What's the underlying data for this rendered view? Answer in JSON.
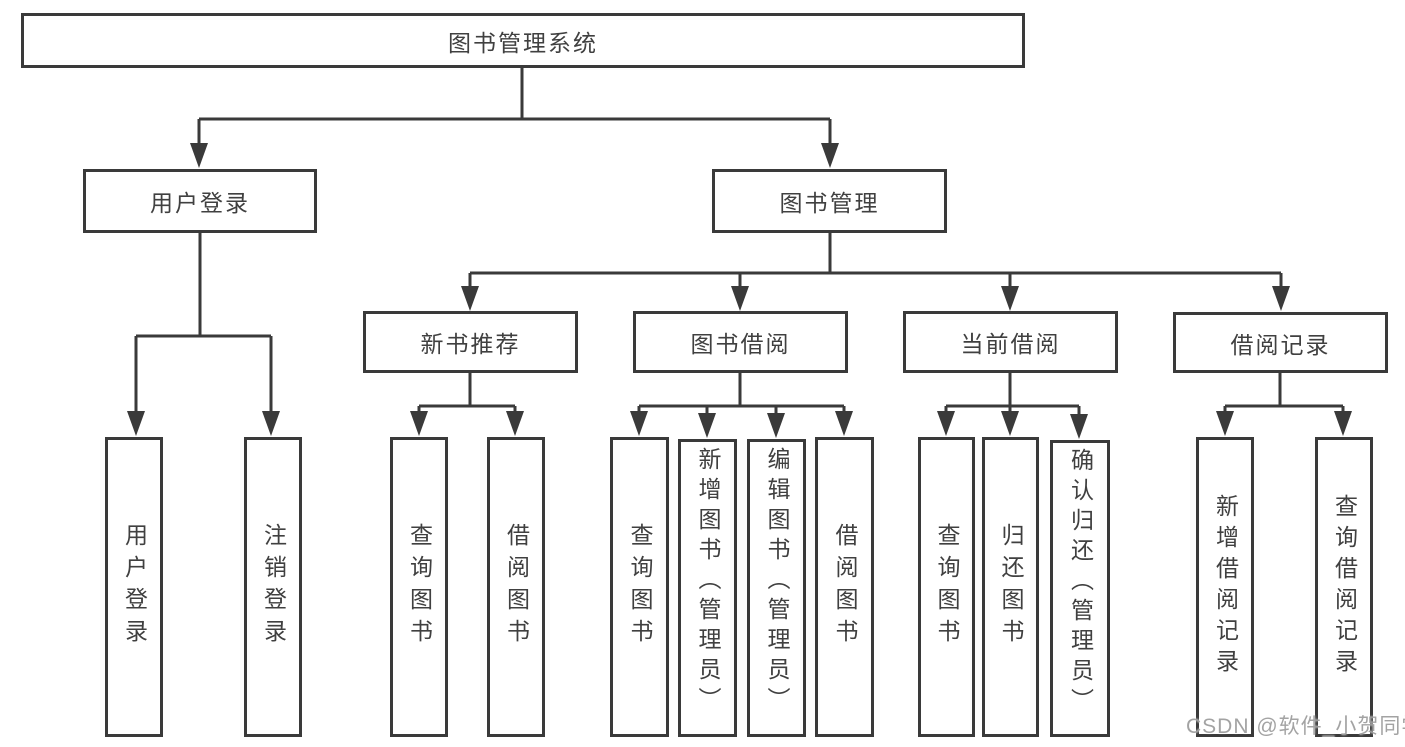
{
  "tree": {
    "root": {
      "label": "图书管理系统"
    },
    "branches": [
      {
        "label": "用户登录",
        "children": [
          {
            "label": "用户登录"
          },
          {
            "label": "注销登录"
          }
        ]
      },
      {
        "label": "图书管理",
        "children": [
          {
            "label": "新书推荐",
            "children": [
              {
                "label": "查询图书"
              },
              {
                "label": "借阅图书"
              }
            ]
          },
          {
            "label": "图书借阅",
            "children": [
              {
                "label": "查询图书"
              },
              {
                "label": "新增图书（管理员）"
              },
              {
                "label": "编辑图书（管理员）"
              },
              {
                "label": "借阅图书"
              }
            ]
          },
          {
            "label": "当前借阅",
            "children": [
              {
                "label": "查询图书"
              },
              {
                "label": "归还图书"
              },
              {
                "label": "确认归还（管理员）"
              }
            ]
          },
          {
            "label": "借阅记录",
            "children": [
              {
                "label": "新增借阅记录"
              },
              {
                "label": "查询借阅记录"
              }
            ]
          }
        ]
      }
    ]
  },
  "watermark": {
    "text": "CSDN @软件_小贺同学"
  },
  "colors": {
    "line": "#3a3a3a",
    "text": "#404040",
    "background": "#ffffff",
    "watermark": "#9b9b9b"
  }
}
